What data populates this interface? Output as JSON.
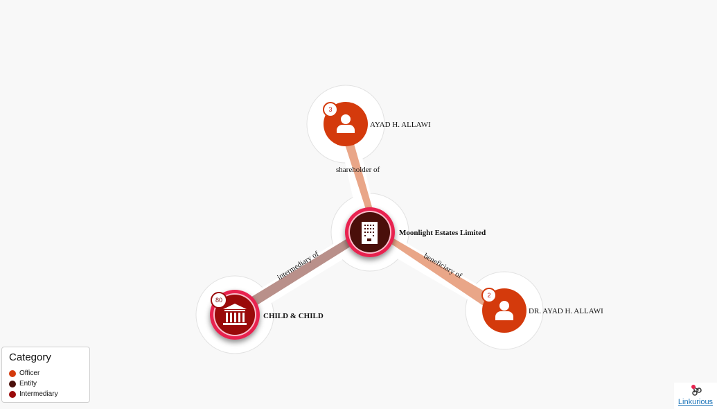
{
  "graph": {
    "nodes": [
      {
        "id": "ayad",
        "label": "AYAD H. ALLAWI",
        "category": "Officer",
        "badge": "3",
        "icon": "person-icon"
      },
      {
        "id": "moonlight",
        "label": "Moonlight Estates Limited",
        "category": "Entity",
        "icon": "building-icon"
      },
      {
        "id": "child",
        "label": "CHILD & CHILD",
        "category": "Intermediary",
        "badge": "80",
        "icon": "bank-icon"
      },
      {
        "id": "dr_ayad",
        "label": "DR. AYAD H. ALLAWI",
        "category": "Officer",
        "badge": "2",
        "icon": "person-icon"
      }
    ],
    "edges": [
      {
        "from": "ayad",
        "to": "moonlight",
        "label": "shareholder of"
      },
      {
        "from": "child",
        "to": "moonlight",
        "label": "intermediary of"
      },
      {
        "from": "moonlight",
        "to": "dr_ayad",
        "label": "beneficiary of"
      }
    ]
  },
  "legend": {
    "title": "Category",
    "items": [
      {
        "label": "Officer",
        "color": "#d43a0c"
      },
      {
        "label": "Entity",
        "color": "#4a0f0a"
      },
      {
        "label": "Intermediary",
        "color": "#9a0a0a"
      }
    ]
  },
  "branding": {
    "link_label": "Linkurious"
  },
  "colors": {
    "officer": "#d43a0c",
    "entity": "#4a0f0a",
    "intermediary": "#9a0a0a",
    "selected_ring": "#e8244f",
    "edge_officer": "#e9a688",
    "edge_intermediary": "#b9908a"
  }
}
